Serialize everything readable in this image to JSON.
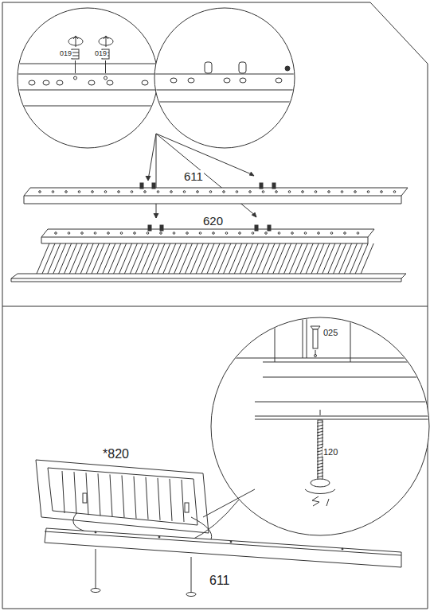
{
  "diagram": {
    "labels": [
      "019",
      "019",
      "611",
      "620",
      "025",
      "*820",
      "120",
      "611"
    ]
  }
}
